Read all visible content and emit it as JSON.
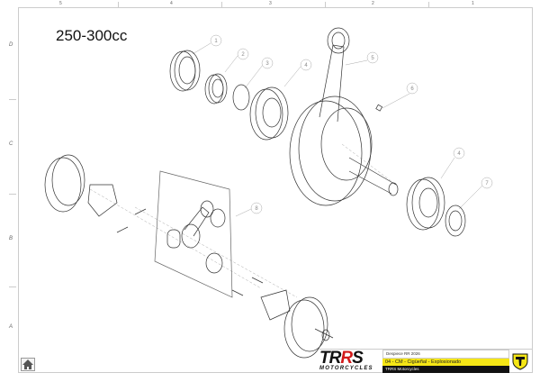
{
  "sheet": {
    "title": "250-300cc",
    "columns": [
      "5",
      "4",
      "3",
      "2",
      "1"
    ],
    "rows": [
      "D",
      "C",
      "B",
      "A"
    ]
  },
  "callouts": [
    "1",
    "2",
    "3",
    "4",
    "5",
    "6",
    "4",
    "7",
    "8"
  ],
  "title_block": {
    "logo": "TRRS MOTORCYCLES",
    "logo_main": "TRRS",
    "logo_sub": "MOTORCYCLES",
    "line1": "Despiece RR 2026",
    "line2": "04 - CM - Cigüeñal - Explosionado",
    "line3": "TRRS Motorcycles"
  },
  "colors": {
    "accent_yellow": "#f5e616",
    "brand_red": "#d21a1a"
  },
  "icons": {
    "home": "home-icon"
  }
}
